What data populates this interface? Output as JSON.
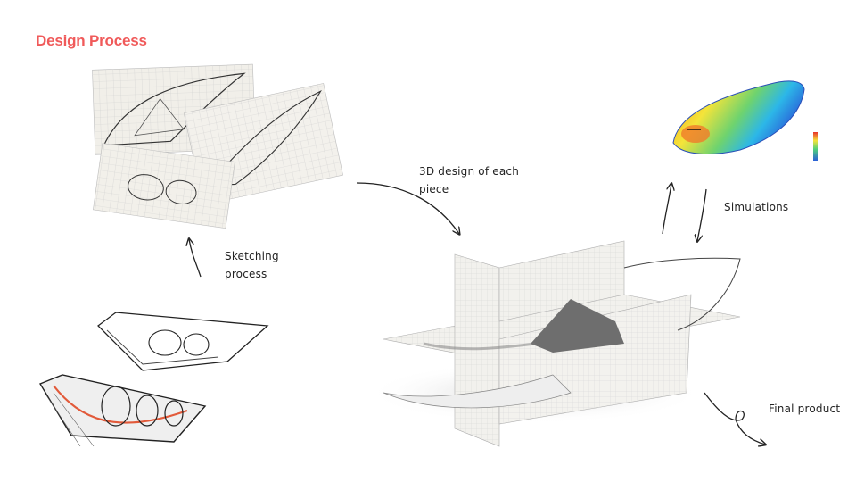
{
  "title": "Design Process",
  "colors": {
    "accent": "#f05a5a",
    "ink": "#222222",
    "paper": "#f3f1ec",
    "grid": "#c9c9c9"
  },
  "steps": {
    "sketching": [
      "Sketching",
      "process"
    ],
    "design3d": [
      "3D design of each",
      "piece"
    ],
    "simulations": "Simulations",
    "final": "Final product"
  }
}
